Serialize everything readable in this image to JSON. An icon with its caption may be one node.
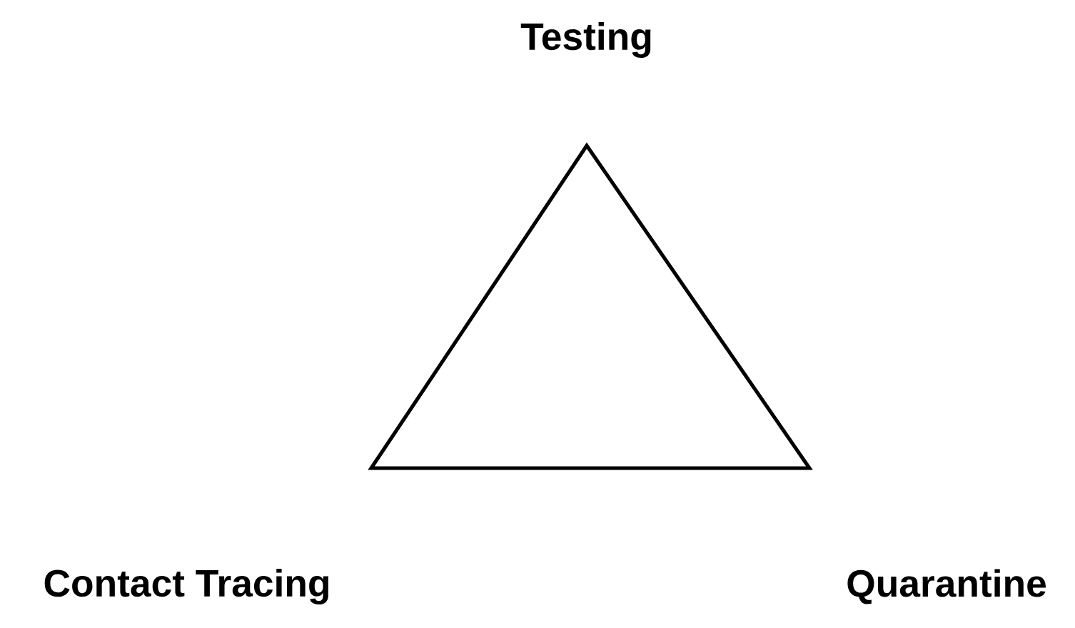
{
  "diagram": {
    "labels": [
      "Testing",
      "Contact Tracing",
      "Quarantine"
    ]
  }
}
